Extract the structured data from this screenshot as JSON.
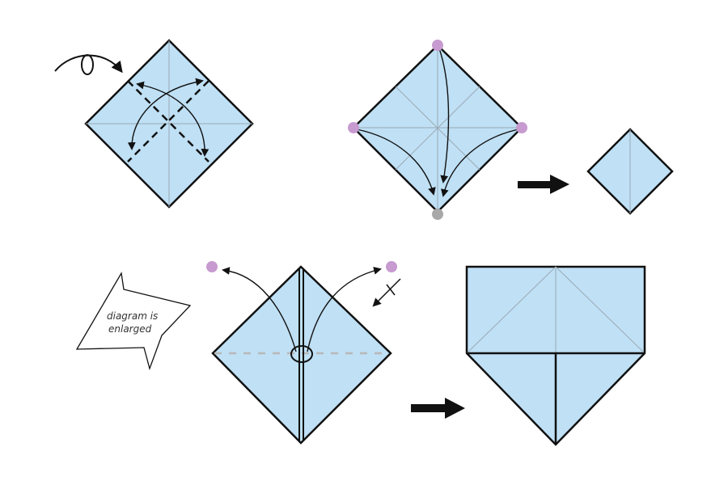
{
  "title": "Origami folding steps",
  "colors": {
    "paper": "#bfe0f5",
    "line": "#111111",
    "dot_purple": "#c79ad0",
    "dot_gray": "#a8a8a8",
    "crease": "#9aa9b5"
  },
  "callout": {
    "line1": "diagram is",
    "line2": "enlarged"
  },
  "steps": [
    {
      "id": 1,
      "description_icon": "turn-over-icon"
    },
    {
      "id": 2,
      "description_icon": "fold-corners-to-bottom"
    },
    {
      "id": 3,
      "description_icon": "result-small-square"
    },
    {
      "id": 4,
      "description_icon": "unfold-flaps"
    },
    {
      "id": 5,
      "description_icon": "result-house-shape"
    }
  ]
}
